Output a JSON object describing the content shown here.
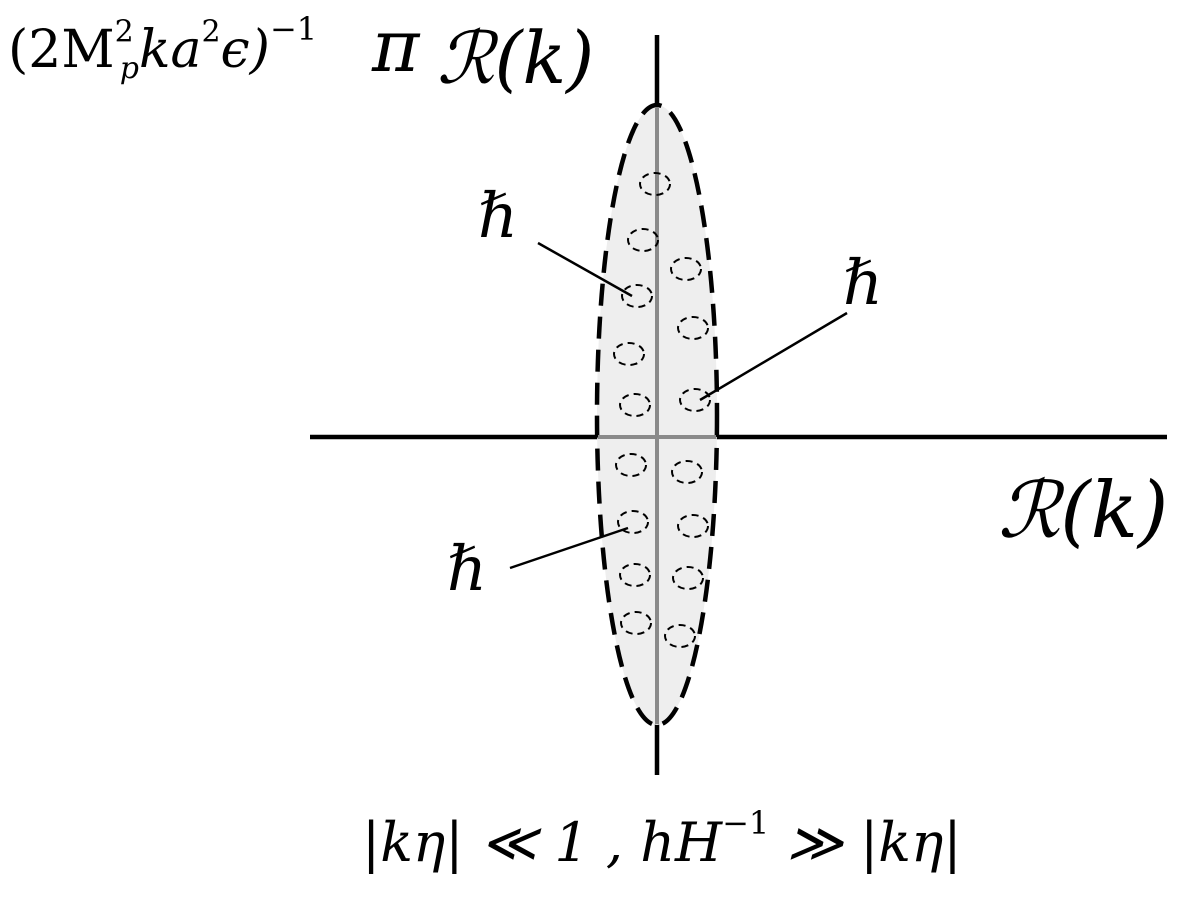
{
  "labels": {
    "y_axis_prefix": "(2M",
    "y_axis_sup_1": "2",
    "y_axis_sub_1": "p",
    "y_axis_mid": "ka",
    "y_axis_sup_2": "2",
    "y_axis_eps": "ϵ)",
    "y_axis_sup_3": "−1",
    "y_axis_pi": "π",
    "y_axis_R": "ℛ(k)",
    "x_axis_R": "ℛ(k)",
    "hbar": "ℏ",
    "caption_part1": "|kη| ≪ 1 , ",
    "caption_h": "hH",
    "caption_sup": "−1",
    "caption_part2": " ≫ |kη|"
  },
  "colors": {
    "axis": "#000000",
    "inner_axis": "#8a8a8a",
    "ellipse_fill": "#eeeeee",
    "ellipse_stroke": "#000000"
  }
}
